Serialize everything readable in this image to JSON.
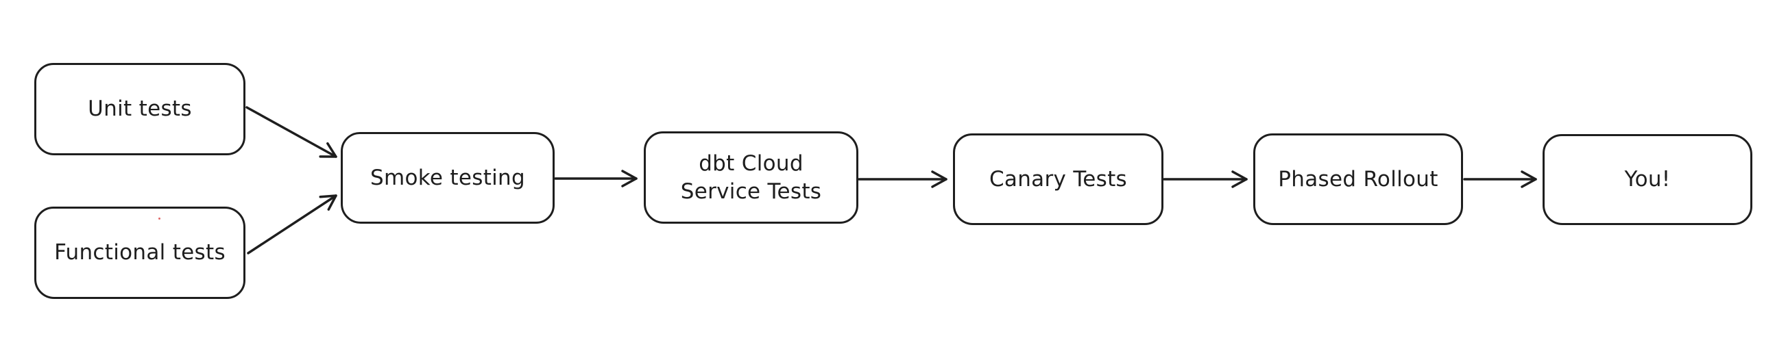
{
  "colors": {
    "stroke": "#1e1e1e",
    "background": "#ffffff",
    "node_fill": "#ffffff",
    "artifact_dot": "#e06666"
  },
  "diagram": {
    "type": "flowchart",
    "direction": "left-to-right",
    "style": "hand-drawn",
    "nodes": [
      {
        "id": "unit-tests",
        "label": "Unit tests"
      },
      {
        "id": "functional-tests",
        "label": "Functional tests"
      },
      {
        "id": "smoke-testing",
        "label": "Smoke testing"
      },
      {
        "id": "dbt-cloud-service-tests",
        "label": "dbt Cloud\nService Tests"
      },
      {
        "id": "canary-tests",
        "label": "Canary Tests"
      },
      {
        "id": "phased-rollout",
        "label": "Phased Rollout"
      },
      {
        "id": "you",
        "label": "You!"
      }
    ],
    "edges": [
      {
        "from": "unit-tests",
        "to": "smoke-testing"
      },
      {
        "from": "functional-tests",
        "to": "smoke-testing"
      },
      {
        "from": "smoke-testing",
        "to": "dbt-cloud-service-tests"
      },
      {
        "from": "dbt-cloud-service-tests",
        "to": "canary-tests"
      },
      {
        "from": "canary-tests",
        "to": "phased-rollout"
      },
      {
        "from": "phased-rollout",
        "to": "you"
      }
    ]
  }
}
